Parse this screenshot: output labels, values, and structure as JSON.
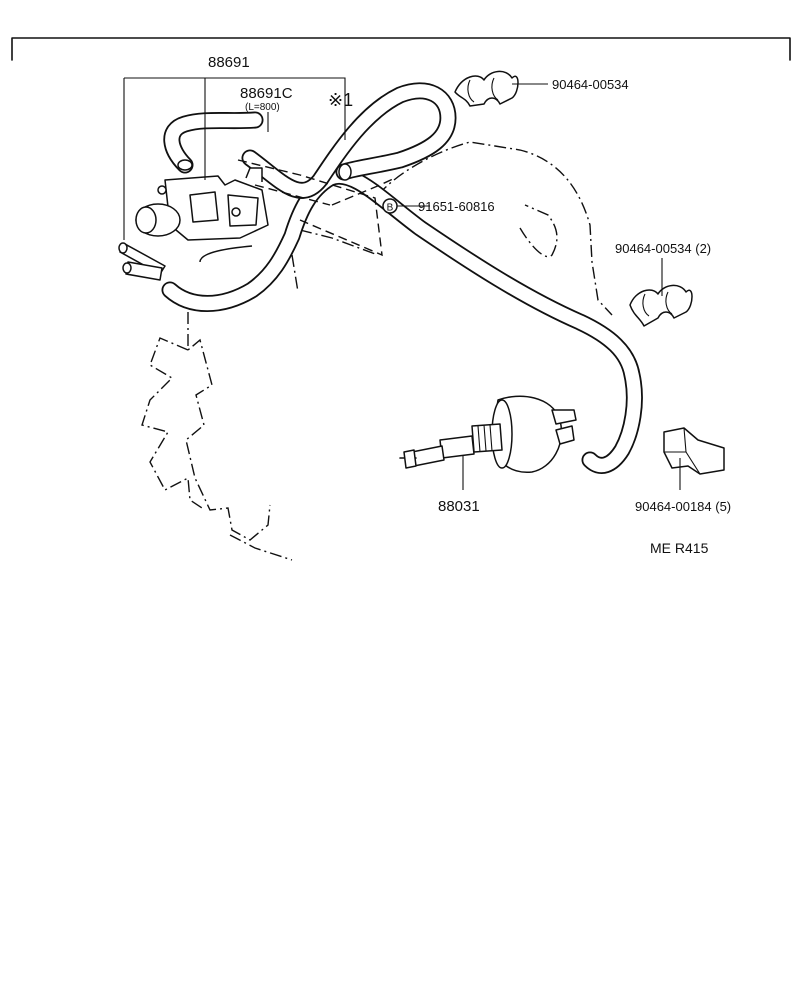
{
  "diagram": {
    "colors": {
      "ink": "#111111",
      "background": "#ffffff"
    },
    "labels": {
      "valve_assembly": "88691",
      "hose": "88691C",
      "hose_length": "(L=800)",
      "note_mark": "※1",
      "clamp_top": "90464-00534",
      "plug": "91651-60816",
      "plug_symbol": "B",
      "clamp_mid": "90464-00534 (2)",
      "actuator": "88031",
      "clamp_bottom": "90464-00184 (5)",
      "drawing_code": "ME  R415"
    }
  }
}
